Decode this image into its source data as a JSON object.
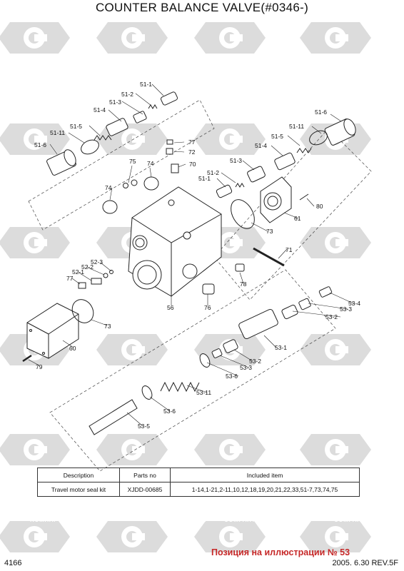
{
  "page_title": "COUNTER BALANCE VALVE(#0346-)",
  "watermark_text": [
    "KOMПАРТ",
    "COMPART"
  ],
  "callouts": {
    "c51_1a": "51-1",
    "c51_2a": "51-2",
    "c51_3a": "51-3",
    "c51_4a": "51-4",
    "c51_5a": "51-5",
    "c51_11a": "51-11",
    "c51_6a": "51-6",
    "c51_6b": "51-6",
    "c51_11b": "51-11",
    "c51_5b": "51-5",
    "c51_4b": "51-4",
    "c51_3b": "51-3",
    "c51_2b": "51-2",
    "c51_1b": "51-1",
    "c77a": "77",
    "c72": "72",
    "c70": "70",
    "c75": "75",
    "c74a": "74",
    "c74b": "74",
    "c80": "80",
    "c61": "61",
    "c73a": "73",
    "c71": "71",
    "c78": "78",
    "c52_3": "52-3",
    "c52_2": "52-2",
    "c52_1": "52-1",
    "c77b": "77",
    "c56": "56",
    "c76": "76",
    "c73b": "73",
    "c60": "60",
    "c79": "79",
    "c53_4": "53-4",
    "c53_3a": "53-3",
    "c53_2a": "53-2",
    "c53_1": "53-1",
    "c53_2b": "53-2",
    "c53_3b": "53-3",
    "c53_6a": "53-6",
    "c53_11": "53-11",
    "c53_6b": "53-6",
    "c53_5": "53-5"
  },
  "parts_table": {
    "headers": [
      "Description",
      "Parts no",
      "Included item"
    ],
    "row": {
      "description": "Travel motor seal kit",
      "parts_no": "XJDD-00685",
      "included": "1-14,1-21,2-11,10,12,18,19,20,21,22,33,51-7,73,74,75"
    }
  },
  "position_note": "Позиция на иллюстрации № 53",
  "footer": {
    "page_number": "4166",
    "revision": "2005. 6.30  REV.5F"
  },
  "colors": {
    "stamp": "#c62828",
    "watermark": "#d6d6d6",
    "line": "#222222"
  }
}
